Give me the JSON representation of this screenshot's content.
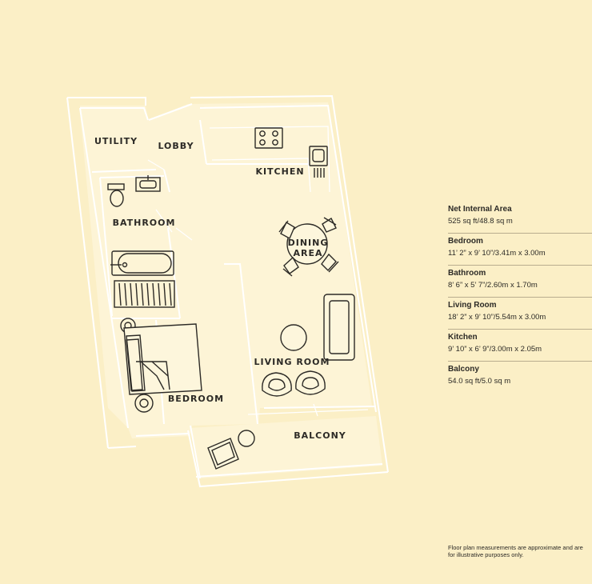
{
  "rooms": {
    "utility": "UTILITY",
    "lobby": "LOBBY",
    "kitchen": "KITCHEN",
    "bathroom": "BATHROOM",
    "dining_1": "DINING",
    "dining_2": "AREA",
    "living": "LIVING ROOM",
    "bedroom": "BEDROOM",
    "balcony": "BALCONY"
  },
  "specs": [
    {
      "name": "Net Internal Area",
      "value": "525 sq ft/48.8 sq m"
    },
    {
      "name": "Bedroom",
      "value": "11’ 2” x 9’ 10”/3.41m x 3.00m"
    },
    {
      "name": "Bathroom",
      "value": "8’ 6” x 5’ 7”/2.60m x 1.70m"
    },
    {
      "name": "Living Room",
      "value": "18’ 2” x 9’ 10”/5.54m x 3.00m"
    },
    {
      "name": "Kitchen",
      "value": "9’ 10” x 6’ 9”/3.00m x 2.05m"
    },
    {
      "name": "Balcony",
      "value": "54.0 sq ft/5.0 sq m"
    }
  ],
  "disclaimer": "Floor plan measurements are approximate and are for illustrative purposes only.",
  "colors": {
    "background": "#fbefc6",
    "walls": "#ffffff",
    "interior": "#fdf4d6",
    "text": "#2c2a26"
  }
}
